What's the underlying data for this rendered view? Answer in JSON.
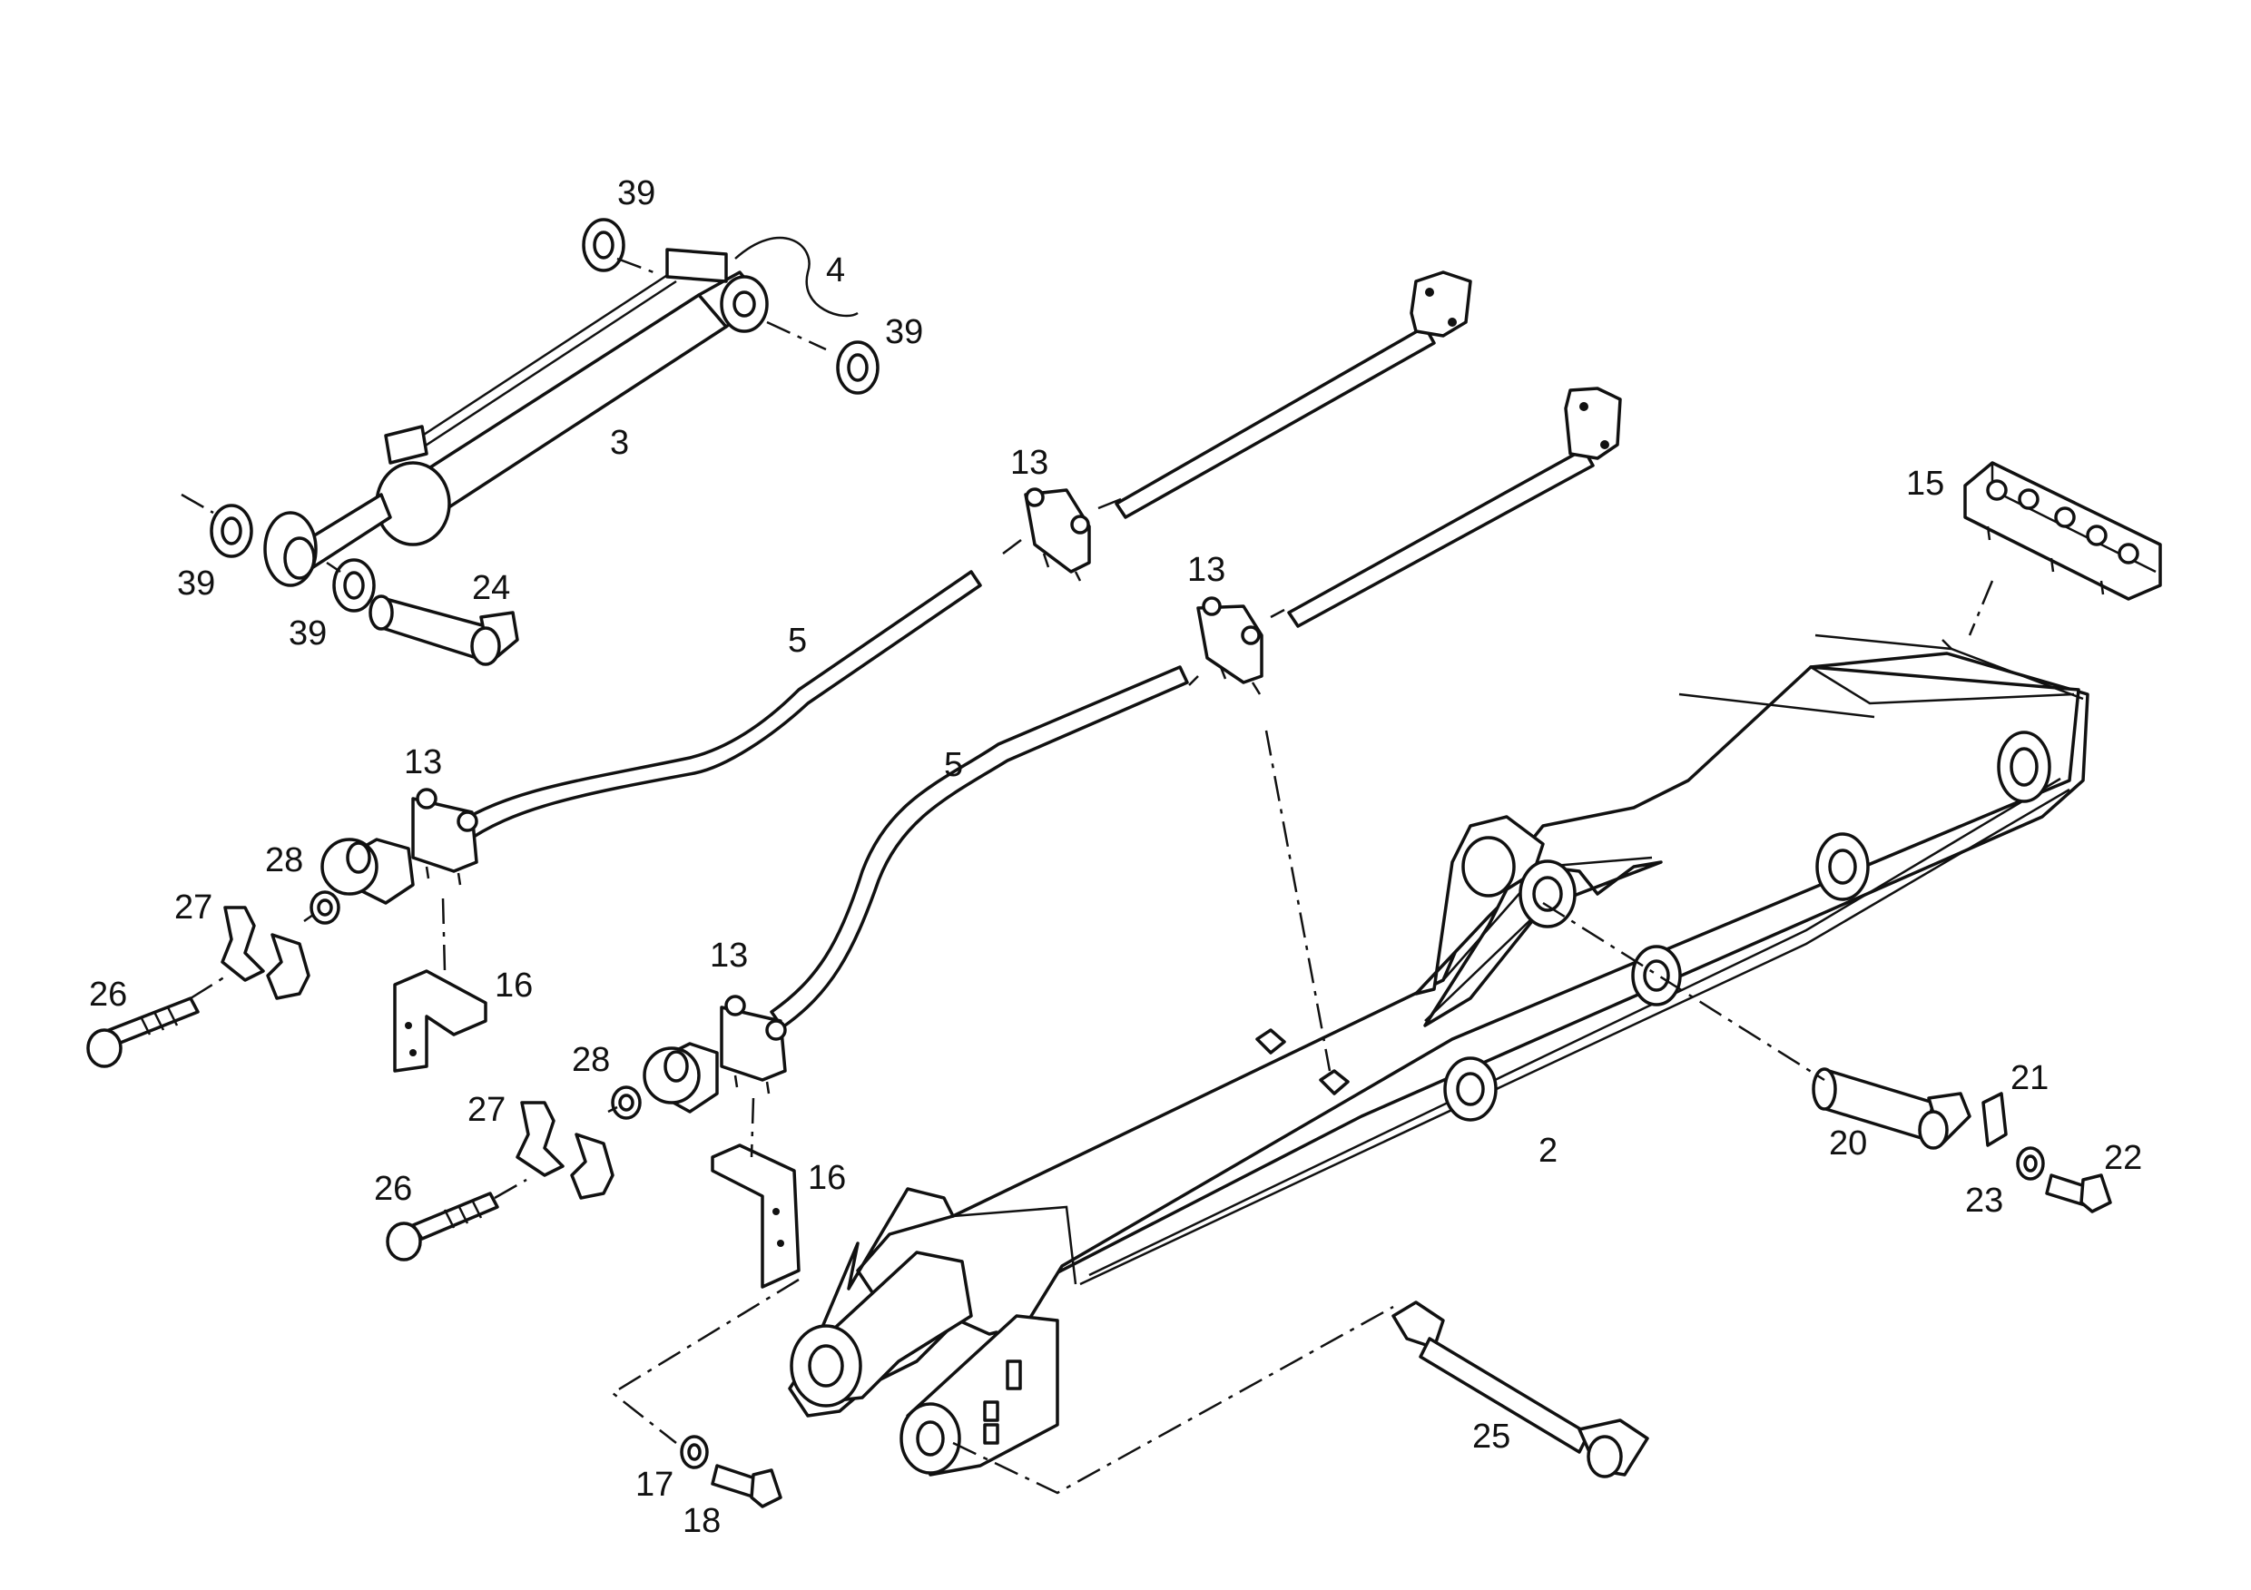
{
  "diagram": {
    "callouts": {
      "c39a": "39",
      "c39b": "39",
      "c39c": "39",
      "c39d": "39",
      "c4": "4",
      "c3": "3",
      "c24": "24",
      "c13a": "13",
      "c13b": "13",
      "c13c": "13",
      "c13d": "13",
      "c5a": "5",
      "c5b": "5",
      "c15": "15",
      "c28a": "28",
      "c28b": "28",
      "c27a": "27",
      "c27b": "27",
      "c26a": "26",
      "c26b": "26",
      "c16a": "16",
      "c16b": "16",
      "c17": "17",
      "c18": "18",
      "c2": "2",
      "c20": "20",
      "c21": "21",
      "c22": "22",
      "c23": "23",
      "c25": "25"
    }
  }
}
